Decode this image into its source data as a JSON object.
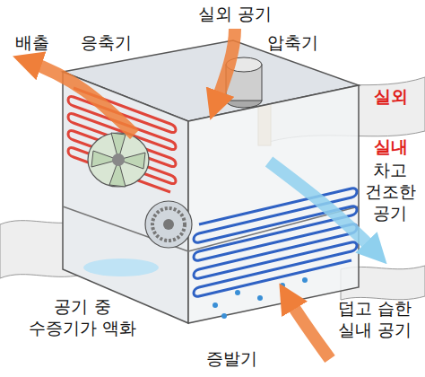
{
  "diagram": {
    "labels": [
      "배출",
      "응축기",
      "실외 공기",
      "압축기",
      "실외",
      "실내",
      "차고 건조한 공기",
      "공기 중 수증기가 액화",
      "증발기",
      "덥고 습한 실내 공기"
    ]
  }
}
